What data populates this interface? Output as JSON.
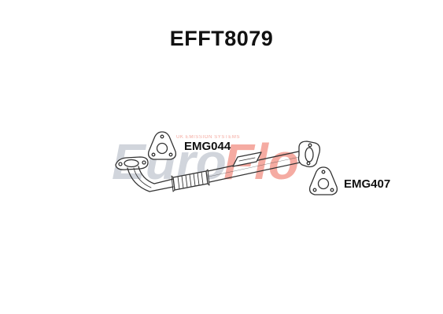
{
  "title": "EFFT8079",
  "watermark": {
    "brand": "EuroFlo",
    "tagline": "UK EMISSION SYSTEMS",
    "colors": {
      "grey": "#c9ced6",
      "red": "#ef7d6e"
    }
  },
  "gaskets": [
    {
      "code": "EMG044"
    },
    {
      "code": "EMG407"
    }
  ],
  "line_color": "#333333"
}
